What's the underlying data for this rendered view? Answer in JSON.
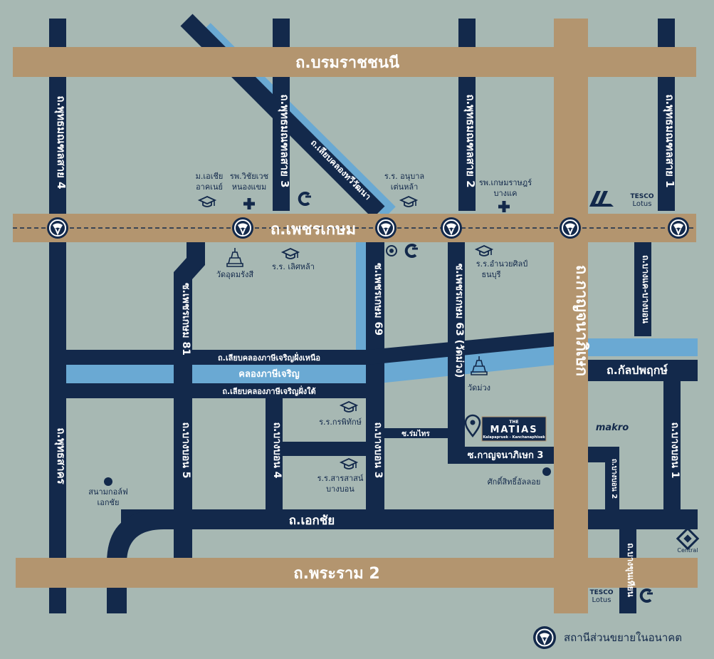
{
  "colors": {
    "background": "#a7b8b3",
    "main_road": "#b3956f",
    "secondary_road": "#13294b",
    "canal": "#6aa9d3",
    "station": "#13294b"
  },
  "roads": {
    "borommaratchachonnani": "ถ.บรมราชชนนี",
    "phetkasem": "ถ.เพชรเกษม",
    "rama2": "ถ.พระราม 2",
    "kanchanaphisek": "ถ.กาญจนาภิเษก",
    "ekkachai": "ถ.เอกชัย",
    "phutthamonthon4": "ถ.พุทธมณฑลสาย 4",
    "phutthamonthon3": "ถ.พุทธมณฑลสาย 3",
    "phutthamonthon2": "ถ.พุทธมณฑลสาย 2",
    "phutthamonthon1": "ถ.พุทธมณฑลสาย 1",
    "phutthasakhon": "ถ.พุทธสาคร",
    "bangkhae_bangbon": "ถ.บางแค-บางบอน",
    "kalpapruek": "ถ.กัลปพฤกษ์",
    "bangbon1": "ถ.บางบอน 1",
    "bangbon2": "ถ.บางบอน 2",
    "bangbon3": "ถ.บางบอน 3",
    "bangbon4": "ถ.บางบอน 4",
    "bangbon5": "ถ.บางบอน 5",
    "bangkhunthian": "ถ.บางขุนเทียน",
    "soi_phetkasem81": "ซ.เพชรเกษม 81",
    "soi_phetkasem69": "ซ.เพชรเกษม 69",
    "soi_phetkasem63": "ซ.เพชรเกษม 63 (วัดม่วง)",
    "soi_kanchanaphisek3": "ซ.กาญจนาภิเษก 3",
    "soi_romsai": "ซ.ร่มไทร",
    "liap_khlong_thawiwatthana": "ถ.เลียบคลองทวีวัฒนา",
    "liap_phasi_north": "ถ.เลียบคลองภาษีเจริญฝั่งเหนือ",
    "liap_phasi_south": "ถ.เลียบคลองภาษีเจริญฝั่งใต้"
  },
  "canal": {
    "phasi_charoen": "คลองภาษีเจริญ"
  },
  "places": {
    "asia_uni": [
      "ม.เอเชีย",
      "อาคเนย์"
    ],
    "vichaivej": [
      "รพ.วิชัยเวช",
      "หนองแขม"
    ],
    "anuban_tenla": [
      "ร.ร. อนุบาล",
      "เต่นหล้า"
    ],
    "kasemrad": [
      "รพ.เกษมราษฎร์",
      "บางแค"
    ],
    "wat_udom": "วัดอุดมรังสี",
    "lertla": "ร.ร. เลิศหล้า",
    "amnuaysilpa": [
      "ร.ร.อำนวยศิลป์",
      "ธนบุรี"
    ],
    "wat_muang": "วัดม่วง",
    "kornpitak": "ร.ร.กรพิทักษ์",
    "sarasas": [
      "ร.ร.สารสาสน์",
      "บางบอน"
    ],
    "golf": [
      "สนามกอล์ฟ",
      "เอกชัย"
    ],
    "saksit": "ศักดิ์สิทธิ์อัลลอย",
    "makro": "makro",
    "tesco_top": [
      "TESCO",
      "Lotus"
    ],
    "tesco_bottom": [
      "TESCO",
      "Lotus"
    ],
    "central": "Central"
  },
  "project": {
    "brand_small": "THE",
    "name": "MATIAS",
    "subtitle": "Kalapapruek - Kanchanaphisek"
  },
  "legend": {
    "text": "สถานีส่วนขยายในอนาคต"
  }
}
